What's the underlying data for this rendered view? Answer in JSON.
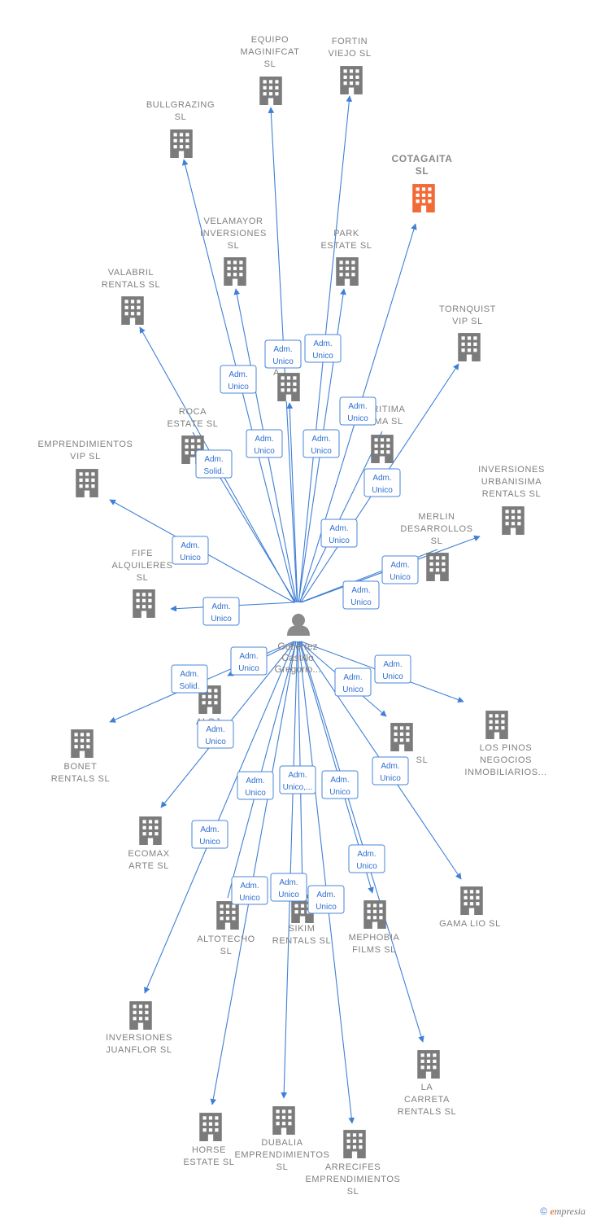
{
  "person": {
    "name_lines": [
      "Gutierrez",
      "Castillo",
      "Gregorio..."
    ]
  },
  "colors": {
    "building": "#7b7b7b",
    "building_highlight": "#f26a35",
    "edge": "#3f7fd6"
  },
  "companies": [
    {
      "id": "equipo",
      "lines": [
        "EQUIPO",
        "MAGINIFCAT",
        "SL"
      ]
    },
    {
      "id": "fortin",
      "lines": [
        "FORTIN",
        "VIEJO  SL"
      ]
    },
    {
      "id": "bullgrazing",
      "lines": [
        "BULLGRAZING",
        "SL"
      ]
    },
    {
      "id": "cotagaita",
      "lines": [
        "COTAGAITA",
        "SL"
      ],
      "highlight": true
    },
    {
      "id": "velamayor",
      "lines": [
        "VELAMAYOR",
        "INVERSIONES",
        "SL"
      ]
    },
    {
      "id": "park",
      "lines": [
        "PARK",
        "ESTATE  SL"
      ]
    },
    {
      "id": "valabril",
      "lines": [
        "VALABRIL",
        "RENTALS  SL"
      ]
    },
    {
      "id": "tornquist",
      "lines": [
        "TORNQUIST",
        "VIP  SL"
      ]
    },
    {
      "id": "r_hidden",
      "lines": [
        "R",
        "A"
      ]
    },
    {
      "id": "roca",
      "lines": [
        "ROCA",
        "ESTATE  SL"
      ]
    },
    {
      "id": "maritima",
      "lines": [
        "RITIMA",
        "MA  SL"
      ]
    },
    {
      "id": "emprendimientos_vip",
      "lines": [
        "EMPRENDIMIENTOS",
        "VIP  SL"
      ]
    },
    {
      "id": "inversiones_urbanisima",
      "lines": [
        "INVERSIONES",
        "URBANISIMA",
        "RENTALS  SL"
      ]
    },
    {
      "id": "merlin",
      "lines": [
        "MERLIN",
        "DESARROLLOS",
        "SL"
      ]
    },
    {
      "id": "fife",
      "lines": [
        "FIFE",
        "ALQUILERES",
        "SL"
      ]
    },
    {
      "id": "alojamientos",
      "lines": [
        "ALOJ",
        "OS",
        "V"
      ]
    },
    {
      "id": "bonet",
      "lines": [
        "BONET",
        "RENTALS  SL"
      ]
    },
    {
      "id": "los_pinos",
      "lines": [
        "LOS PINOS",
        "NEGOCIOS",
        "INMOBILIARIOS..."
      ]
    },
    {
      "id": "sl_hidden",
      "lines": [
        "SL"
      ]
    },
    {
      "id": "ecomax",
      "lines": [
        "ECOMAX",
        "ARTE  SL"
      ]
    },
    {
      "id": "gama_lio",
      "lines": [
        "GAMA LIO  SL"
      ]
    },
    {
      "id": "altotecho",
      "lines": [
        "ALTOTECHO",
        "SL"
      ]
    },
    {
      "id": "sikim",
      "lines": [
        "SIKIM",
        "RENTALS  SL"
      ]
    },
    {
      "id": "mephobia",
      "lines": [
        "MEPHOBIA",
        "FILMS  SL"
      ]
    },
    {
      "id": "juanflor",
      "lines": [
        "INVERSIONES",
        "JUANFLOR  SL"
      ]
    },
    {
      "id": "la_carreta",
      "lines": [
        "LA",
        "CARRETA",
        "RENTALS  SL"
      ]
    },
    {
      "id": "horse",
      "lines": [
        "HORSE",
        "ESTATE  SL"
      ]
    },
    {
      "id": "dubalia",
      "lines": [
        "DUBALIA",
        "EMPRENDIMIENTOS",
        "SL"
      ]
    },
    {
      "id": "arrecifes",
      "lines": [
        "ARRECIFES",
        "EMPRENDIMIENTOS",
        "SL"
      ]
    }
  ],
  "edges": [
    {
      "to": "equipo",
      "label": [
        "Adm.",
        "Unico"
      ]
    },
    {
      "to": "fortin",
      "label": [
        "Adm.",
        "Unico"
      ]
    },
    {
      "to": "bullgrazing",
      "label": [
        "Adm.",
        "Unico"
      ]
    },
    {
      "to": "cotagaita",
      "label": [
        "Adm.",
        "Unico"
      ]
    },
    {
      "to": "velamayor",
      "label": [
        "Adm.",
        "Unico"
      ]
    },
    {
      "to": "park",
      "label": [
        "Adm.",
        "Unico"
      ]
    },
    {
      "to": "valabril",
      "label": [
        "Adm.",
        "Solid."
      ]
    },
    {
      "to": "tornquist",
      "label": [
        "Adm.",
        "Unico"
      ]
    },
    {
      "to": "r_hidden",
      "label": [
        "Adm.",
        "Unico"
      ]
    },
    {
      "to": "roca",
      "label": [
        "Adm.",
        "Unico"
      ]
    },
    {
      "to": "maritima",
      "label": [
        "Adm.",
        "Unico"
      ]
    },
    {
      "to": "emprendimientos_vip",
      "label": [
        "Adm.",
        "Unico"
      ]
    },
    {
      "to": "inversiones_urbanisima",
      "label": [
        "Adm.",
        "Unico"
      ]
    },
    {
      "to": "merlin",
      "label": [
        "Adm.",
        "Unico"
      ]
    },
    {
      "to": "fife",
      "label": [
        "Adm.",
        "Unico"
      ]
    },
    {
      "to": "alojamientos",
      "label": [
        "Adm.",
        "Unico"
      ]
    },
    {
      "to": "bonet",
      "label": [
        "Adm.",
        "Solid."
      ]
    },
    {
      "to": "los_pinos",
      "label": [
        "Adm.",
        "Unico"
      ]
    },
    {
      "to": "sl_hidden",
      "label": [
        "Adm.",
        "Unico"
      ]
    },
    {
      "to": "ecomax",
      "label": [
        "Adm.",
        "Unico"
      ]
    },
    {
      "to": "gama_lio",
      "label": [
        "Adm.",
        "Unico"
      ]
    },
    {
      "to": "altotecho",
      "label": [
        "Adm.",
        "Unico"
      ]
    },
    {
      "to": "sikim",
      "label": [
        "Adm.",
        "Unico,..."
      ]
    },
    {
      "to": "mephobia",
      "label": [
        "Adm.",
        "Unico"
      ]
    },
    {
      "to": "juanflor",
      "label": [
        "Adm.",
        "Unico"
      ]
    },
    {
      "to": "la_carreta",
      "label": [
        "Adm.",
        "Unico"
      ]
    },
    {
      "to": "horse",
      "label": [
        "Adm.",
        "Unico"
      ]
    },
    {
      "to": "dubalia",
      "label": [
        "Adm.",
        "Unico"
      ]
    },
    {
      "to": "arrecifes",
      "label": [
        "Adm.",
        "Unico"
      ]
    }
  ],
  "footer": {
    "copyright": "©",
    "brand_e": "e",
    "brand_rest": "mpresia"
  }
}
